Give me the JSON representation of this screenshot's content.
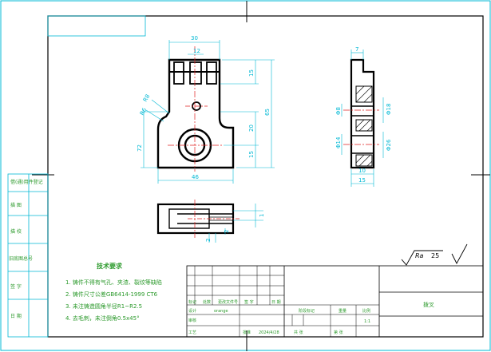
{
  "dimensions": {
    "front": {
      "top_width": "30",
      "inner_width": "12",
      "total_width": "46",
      "height_overall": "65",
      "h_upper": "15",
      "h_mid": "20",
      "h_lower": "15",
      "left_height": "72",
      "radius_outer": "R8",
      "radius_inner": "R6"
    },
    "side": {
      "top_thick": "7",
      "d1": "Φ8",
      "d2": "Φ14",
      "d3": "Φ18",
      "d4": "Φ26",
      "w1": "10",
      "w2": "15"
    },
    "bottom": {
      "d1": "1",
      "d2": "2",
      "d3": "2"
    }
  },
  "roughness": {
    "symbol_label": "Ra",
    "value": "25"
  },
  "tech_requirements": {
    "title": "技术要求",
    "items": [
      "1. 铸件不得有气孔、夹渣、裂纹等缺陷",
      "2. 铸件尺寸公差GB6414-1999 CT6",
      "3. 未注铸造圆角半径R1~R2.5",
      "4. 去毛刺，未注倒角0.5x45°"
    ]
  },
  "left_strip": [
    "借(通)用件登记",
    "描 图",
    "描 校",
    "旧底图总号",
    "签 字",
    "日 期"
  ],
  "title_block": {
    "part_name": "拨叉",
    "material": "orange",
    "row_labels": [
      "标记",
      "处数",
      "更改文件号",
      "签 字",
      "日 期"
    ],
    "design": "设计",
    "check": "审核",
    "craft": "工艺",
    "approve": "批准",
    "date": "2024/4/28",
    "stage": "阶段标记",
    "weight": "重量",
    "scale": "比例",
    "scale_value": "1:1",
    "sheet": "共   张",
    "sheet2": "第   张"
  }
}
